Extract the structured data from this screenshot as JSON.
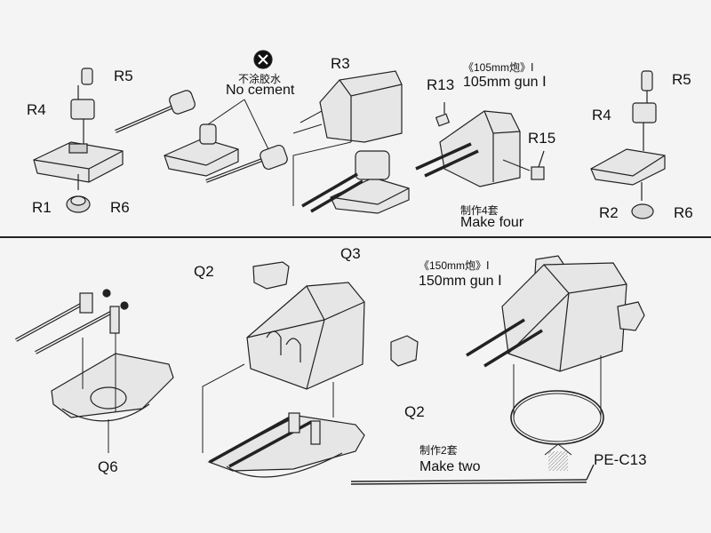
{
  "top": {
    "left_labels": {
      "r5": "R5",
      "r4": "R4",
      "r1": "R1",
      "r6": "R6"
    },
    "no_cement": {
      "zh": "不涂胶水",
      "en": "No cement"
    },
    "r3": "R3",
    "gun105": {
      "zh": "《105mm炮》Ⅰ",
      "en": "105mm gun Ⅰ",
      "r13": "R13",
      "r15": "R15"
    },
    "make": {
      "zh": "制作4套",
      "en": "Make  four"
    },
    "right_labels": {
      "r5": "R5",
      "r4": "R4",
      "r2": "R2",
      "r6": "R6"
    }
  },
  "bottom": {
    "q2a": "Q2",
    "q3": "Q3",
    "q2b": "Q2",
    "q6": "Q6",
    "gun150": {
      "zh": "《150mm炮》Ⅰ",
      "en": "150mm gun Ⅰ"
    },
    "make": {
      "zh": "制作2套",
      "en": "Make  two"
    },
    "pe": "PE-C13"
  }
}
